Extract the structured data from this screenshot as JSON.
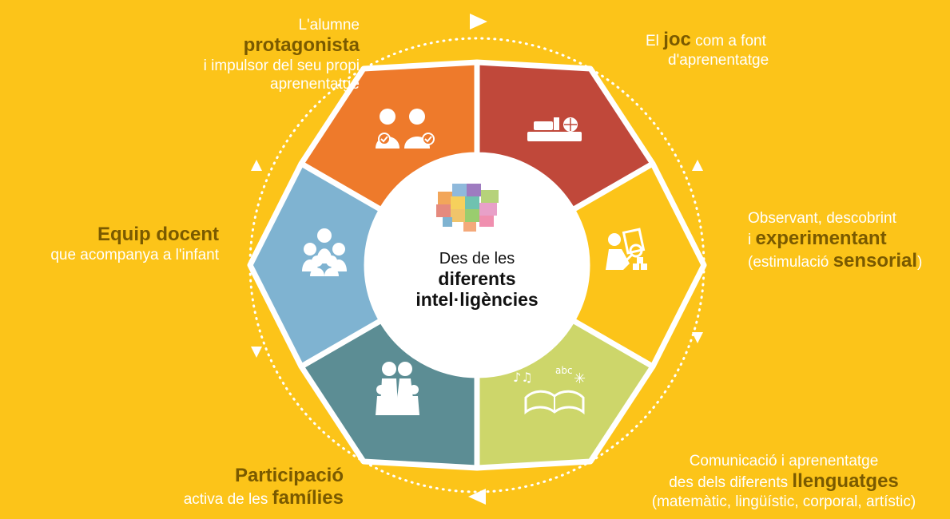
{
  "center": {
    "line1": "Des de les",
    "line2": "diferents",
    "line3": "intel·ligències"
  },
  "labels": {
    "protagonista": {
      "pre": "L'alumne",
      "bold": "protagonista",
      "post1": "i impulsor del seu propi",
      "post2": "aprenentatge"
    },
    "joc": {
      "pre": "El",
      "bold": "joc",
      "mid": "com a font",
      "post": "d'aprenentatge"
    },
    "experimentant": {
      "line1": "Observant, descobrint",
      "pre2": "i",
      "bold2": "experimentant",
      "pre3": "(estimulació",
      "bold3": "sensorial",
      "post3": ")"
    },
    "llenguatges": {
      "line1": "Comunicació i aprenentatge",
      "pre2": "des dels diferents",
      "bold2": "llenguatges",
      "line3": "(matemàtic, lingüístic, corporal, artístic)"
    },
    "families": {
      "bold1": "Participació",
      "pre2": "activa de les",
      "bold2": "famílies"
    },
    "docent": {
      "bold1": "Equip docent",
      "line2": "que acompanya a l'infant"
    }
  },
  "colors": {
    "background": "#FCC419",
    "orange": "#EE7A2B",
    "red": "#C0483A",
    "yellow": "#FCC419",
    "green": "#CDD66A",
    "teal": "#5C8D94",
    "blue": "#7FB3D1",
    "white": "#FFFFFF"
  },
  "icons": {
    "orange": "students-check-icon",
    "red": "toy-box-icon",
    "yellow": "child-magnifier-icon",
    "green": "open-book-music-icon",
    "teal": "family-icon",
    "blue": "teacher-group-icon",
    "center": "puzzle-brain-icon"
  }
}
